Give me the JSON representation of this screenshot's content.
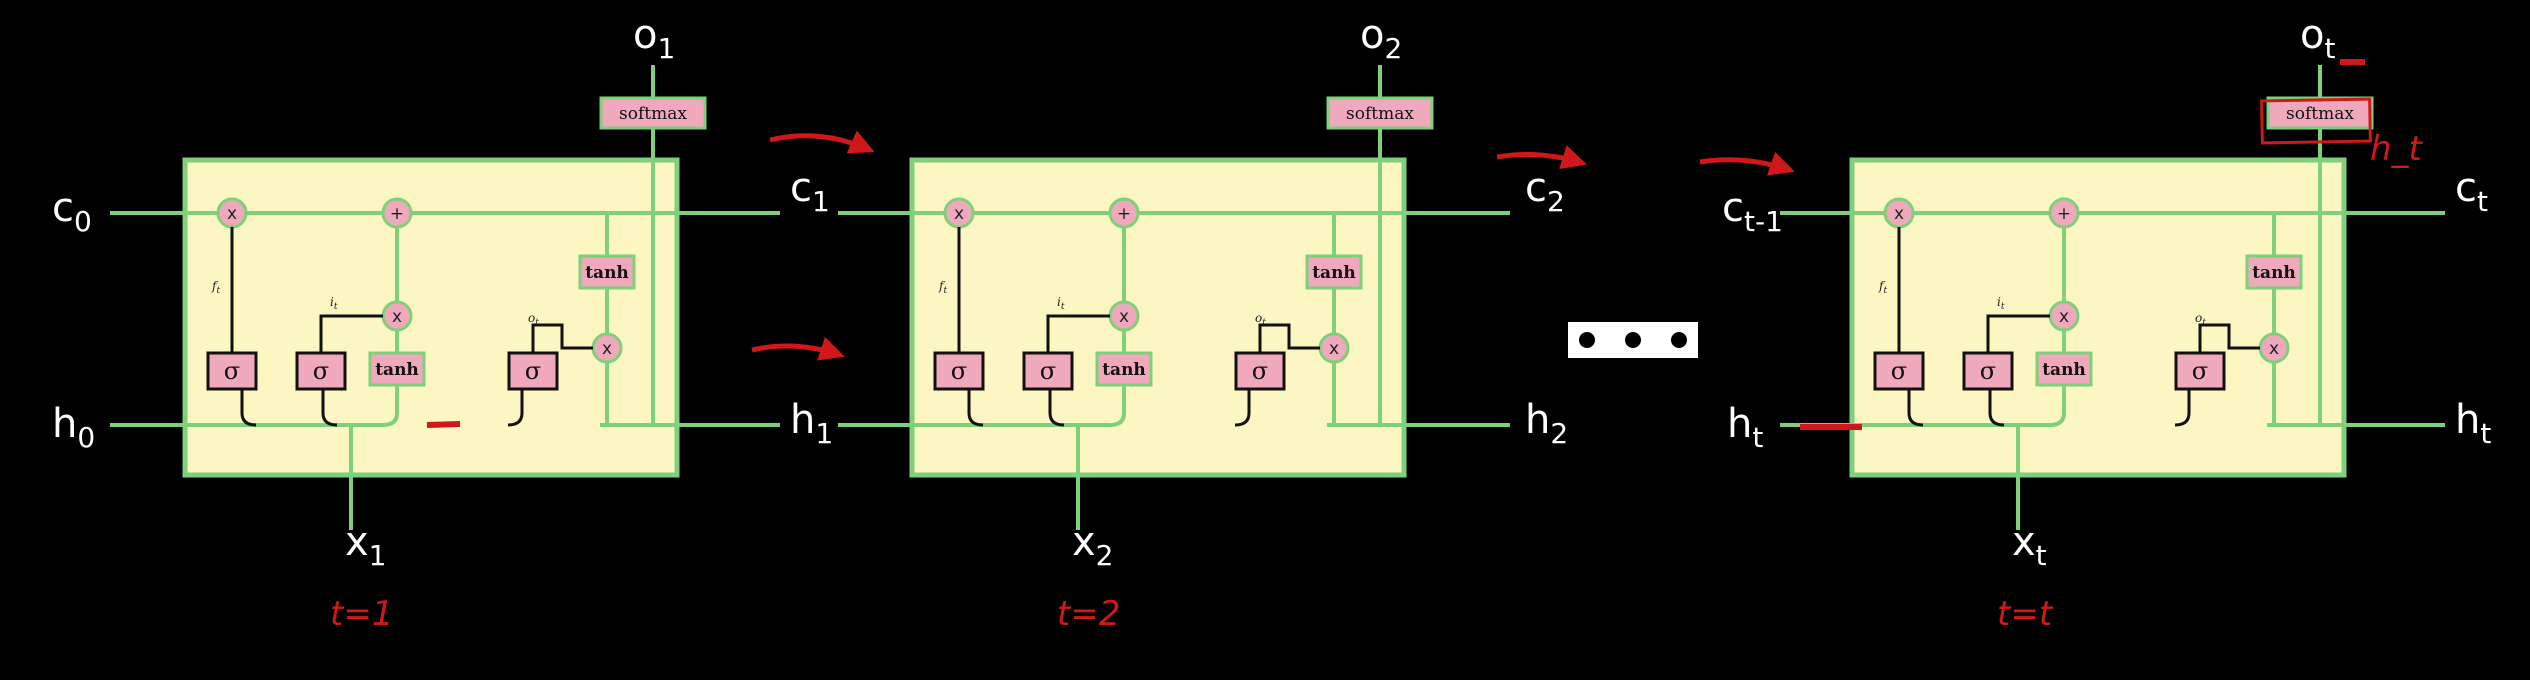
{
  "colors": {
    "background": "#000000",
    "cell_fill": "#fbf6c2",
    "wire": "#7ed07a",
    "gate_fill": "#f0a8bc",
    "annotation": "#d0181b",
    "label": "#ffffff"
  },
  "cells": [
    {
      "c_in": {
        "base": "c",
        "sub": "0"
      },
      "c_out": {
        "base": "c",
        "sub": "1"
      },
      "h_in": {
        "base": "h",
        "sub": "0"
      },
      "h_out": {
        "base": "h",
        "sub": "1"
      },
      "x": {
        "base": "x",
        "sub": "1"
      },
      "o": {
        "base": "o",
        "sub": "1"
      },
      "time_note": "t=1"
    },
    {
      "c_in": {
        "base": "",
        "sub": ""
      },
      "c_out": {
        "base": "c",
        "sub": "2"
      },
      "h_in": {
        "base": "",
        "sub": ""
      },
      "h_out": {
        "base": "h",
        "sub": "2"
      },
      "x": {
        "base": "x",
        "sub": "2"
      },
      "o": {
        "base": "o",
        "sub": "2"
      },
      "time_note": "t=2"
    },
    {
      "c_in": {
        "base": "c",
        "sub": "t-1"
      },
      "c_out": {
        "base": "c",
        "sub": "t"
      },
      "h_in": {
        "base": "h",
        "sub": "t"
      },
      "h_out": {
        "base": "h",
        "sub": "t"
      },
      "x": {
        "base": "x",
        "sub": "t"
      },
      "o": {
        "base": "o",
        "sub": "t"
      },
      "time_note": "t=t"
    }
  ],
  "cell_parts": {
    "softmax": "softmax",
    "tanh": "tanh",
    "sigma": "σ",
    "multiply": "x",
    "add": "+",
    "gate_labels": {
      "forget": "f",
      "input": "i",
      "output": "o",
      "gate_sub": "t"
    }
  },
  "ellipsis": "• • •",
  "annotations": {
    "h_t_note": "h_t"
  }
}
